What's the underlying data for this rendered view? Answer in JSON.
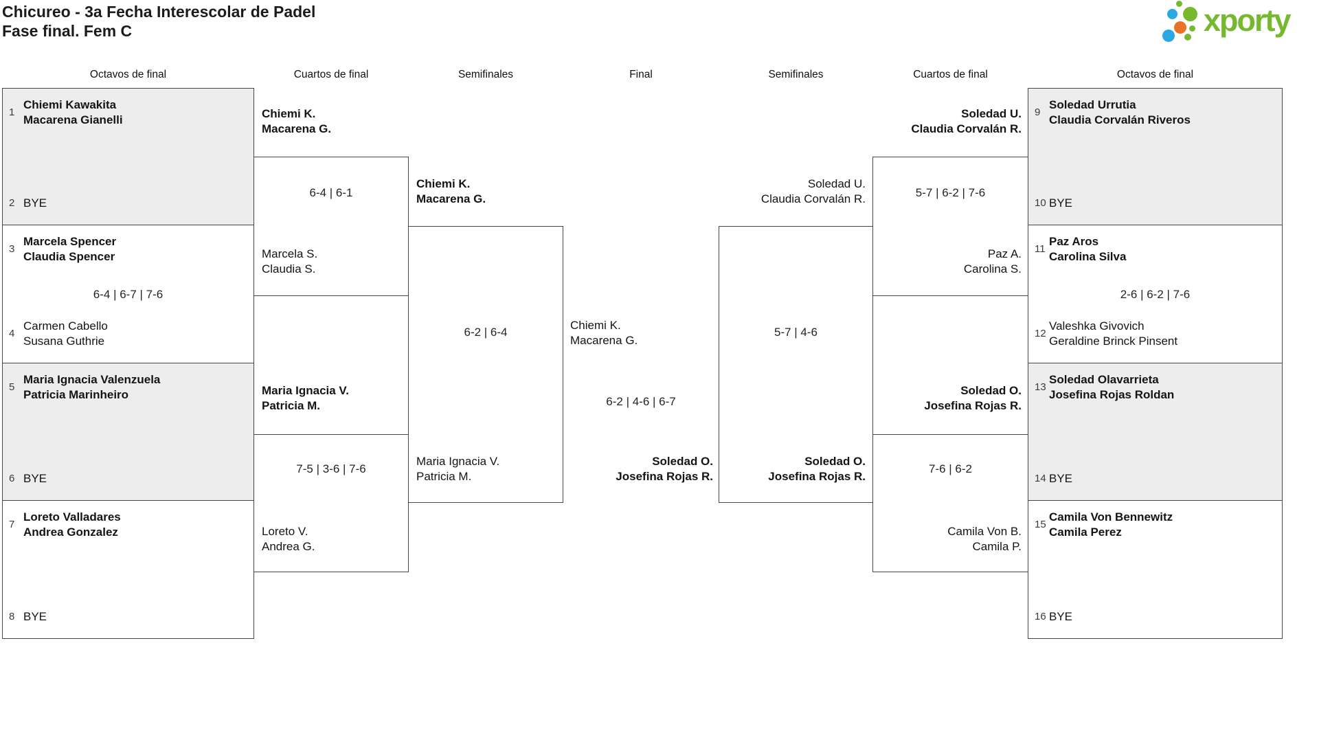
{
  "title": {
    "line1": "Chicureo - 3a Fecha Interescolar de Padel",
    "line2": "Fase final. Fem C"
  },
  "logo": {
    "wordmark": "xporty",
    "colors": {
      "green": "#76b82e",
      "blue": "#29a9e0",
      "orange": "#ea7125"
    }
  },
  "colors": {
    "box_gray": "#ededed",
    "border": "#454545",
    "text": "#141414"
  },
  "round_headers": {
    "r16_left": "Octavos de final",
    "qf_left": "Cuartos de final",
    "sf_left": "Semifinales",
    "final": "Final",
    "sf_right": "Semifinales",
    "qf_right": "Cuartos de final",
    "r16_right": "Octavos de final"
  },
  "r16": [
    {
      "seed_top": "1",
      "top": [
        "Chiemi Kawakita",
        "Macarena Gianelli"
      ],
      "seed_bot": "2",
      "bot": [
        "BYE"
      ],
      "score": ""
    },
    {
      "seed_top": "3",
      "top": [
        "Marcela Spencer",
        "Claudia Spencer"
      ],
      "seed_bot": "4",
      "bot": [
        "Carmen Cabello",
        "Susana Guthrie"
      ],
      "score": "6-4 | 6-7 | 7-6"
    },
    {
      "seed_top": "5",
      "top": [
        "Maria Ignacia Valenzuela",
        "Patricia Marinheiro"
      ],
      "seed_bot": "6",
      "bot": [
        "BYE"
      ],
      "score": ""
    },
    {
      "seed_top": "7",
      "top": [
        "Loreto Valladares",
        "Andrea Gonzalez"
      ],
      "seed_bot": "8",
      "bot": [
        "BYE"
      ],
      "score": ""
    },
    {
      "seed_top": "9",
      "top": [
        "Soledad Urrutia",
        "Claudia Corvalán Riveros"
      ],
      "seed_bot": "10",
      "bot": [
        "BYE"
      ],
      "score": ""
    },
    {
      "seed_top": "11",
      "top": [
        "Paz Aros",
        "Carolina Silva"
      ],
      "seed_bot": "12",
      "bot": [
        "Valeshka Givovich",
        "Geraldine Brinck Pinsent"
      ],
      "score": "2-6 | 6-2 | 7-6"
    },
    {
      "seed_top": "13",
      "top": [
        "Soledad Olavarrieta",
        "Josefina Rojas Roldan"
      ],
      "seed_bot": "14",
      "bot": [
        "BYE"
      ],
      "score": ""
    },
    {
      "seed_top": "15",
      "top": [
        "Camila Von Bennewitz",
        "Camila Perez"
      ],
      "seed_bot": "16",
      "bot": [
        "BYE"
      ],
      "score": ""
    }
  ],
  "qf": [
    {
      "top": [
        "Chiemi K.",
        "Macarena G."
      ],
      "bot": [
        "Marcela S.",
        "Claudia S."
      ],
      "score": "6-4 | 6-1"
    },
    {
      "top": [
        "Maria Ignacia V.",
        "Patricia M."
      ],
      "bot": [
        "Loreto V.",
        "Andrea G."
      ],
      "score": "7-5 | 3-6 | 7-6"
    },
    {
      "top": [
        "Soledad U.",
        "Claudia Corvalán R."
      ],
      "bot": [
        "Paz A.",
        "Carolina S."
      ],
      "score": "5-7 | 6-2 | 7-6"
    },
    {
      "top": [
        "Soledad O.",
        "Josefina Rojas R."
      ],
      "bot": [
        "Camila Von B.",
        "Camila P."
      ],
      "score": "7-6 | 6-2"
    }
  ],
  "sf": [
    {
      "top": [
        "Chiemi K.",
        "Macarena G."
      ],
      "bot": [
        "Maria Ignacia V.",
        "Patricia M."
      ],
      "score": "6-2 | 6-4"
    },
    {
      "top": [
        "Soledad U.",
        "Claudia Corvalán R."
      ],
      "bot": [
        "Soledad O.",
        "Josefina Rojas R."
      ],
      "score": "5-7 | 4-6"
    }
  ],
  "final": {
    "left": [
      "Chiemi K.",
      "Macarena G."
    ],
    "right": [
      "Soledad O.",
      "Josefina Rojas R."
    ],
    "score": "6-2 | 4-6 | 6-7"
  }
}
